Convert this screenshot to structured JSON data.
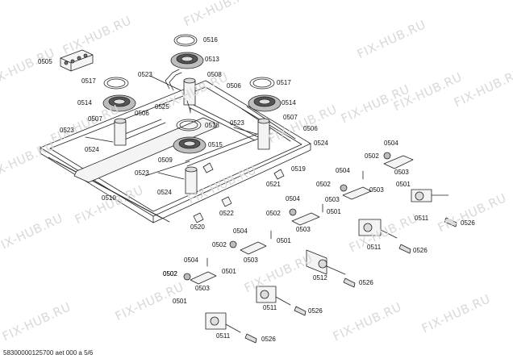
{
  "watermark": "FIX-HUB.RU",
  "footer": "58300000125700 aet 000 a 5/6",
  "colors": {
    "line": "#222222",
    "fill_light": "#f4f4f4",
    "fill_mid": "#bdbdbd",
    "fill_dark": "#555555",
    "watermark": "#d9d9d9"
  },
  "labels": {
    "l0516": "0516",
    "l0505": "0505",
    "l0513": "0513",
    "l0517a": "0517",
    "l0523a": "0523",
    "l0508": "0508",
    "l0506a": "0506",
    "l0517b": "0517",
    "l0514a": "0514",
    "l0514b": "0514",
    "l0525": "0525",
    "l0506b": "0506",
    "l0507a": "0507",
    "l0518": "0518",
    "l0523b": "0523",
    "l0507b": "0507",
    "l0523c": "0523",
    "l0506c": "0506",
    "l0524a": "0524",
    "l0515": "0515",
    "l0524b": "0524",
    "l0509": "0509",
    "l0504a": "0504",
    "l0502a": "0502",
    "l0519": "0519",
    "l0504b": "0504",
    "l0503a": "0503",
    "l0523d": "0523",
    "l0521": "0521",
    "l0510": "0510",
    "l0524c": "0524",
    "l0502b": "0502",
    "l0503b": "0503",
    "l0501a": "0501",
    "l0504c": "0504",
    "l0502c": "0502",
    "l0503c": "0503",
    "l0501b": "0501",
    "l0522": "0522",
    "l0511a": "0511",
    "l0526a": "0526",
    "l0520": "0520",
    "l0504d": "0504",
    "l0502d": "0502",
    "l0503d": "0503",
    "l0501c": "0501",
    "l0511b": "0511",
    "l0526b": "0526",
    "l0502e": "0502",
    "l0503e": "0503",
    "l0501d": "0501",
    "l0504e": "0504",
    "l0502f": "0502",
    "l0512": "0512",
    "l0526c": "0526",
    "l0503f": "0503",
    "l0501e": "0501",
    "l0511c": "0511",
    "l0526d": "0526",
    "l0511d": "0511",
    "l0526e": "0526"
  }
}
